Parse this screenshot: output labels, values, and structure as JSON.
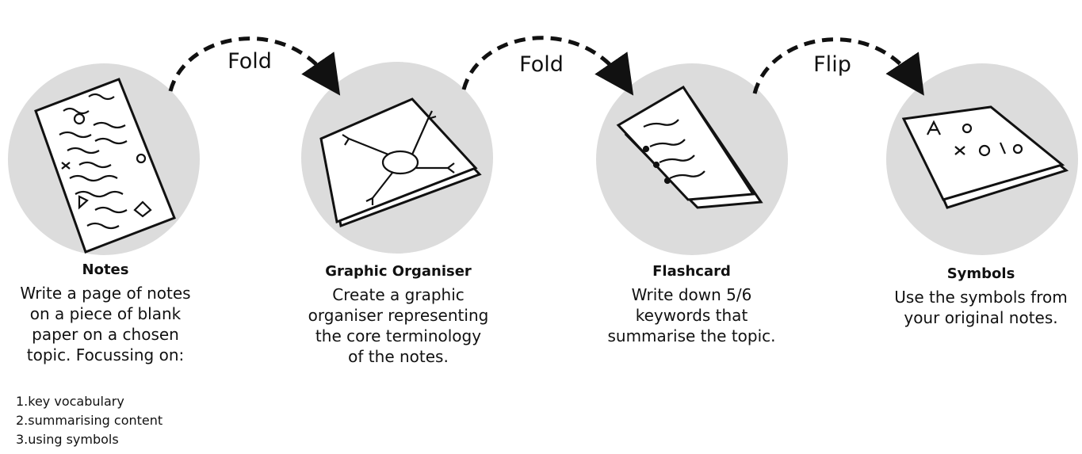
{
  "arrows": [
    {
      "label": "Fold"
    },
    {
      "label": "Fold"
    },
    {
      "label": "Flip"
    }
  ],
  "steps": [
    {
      "title": "Notes",
      "description": "Write a page of notes\non a piece of blank\npaper on a chosen\ntopic. Focussing on:",
      "list": [
        "1.key vocabulary",
        "2.summarising content",
        "3.using symbols"
      ]
    },
    {
      "title": "Graphic Organiser",
      "description": "Create a graphic\norganiser representing\nthe core terminology\nof the notes."
    },
    {
      "title": "Flashcard",
      "description": "Write down 5/6\nkeywords that\nsummarise the topic."
    },
    {
      "title": "Symbols",
      "description": "Use the symbols from\nyour original notes."
    }
  ],
  "colors": {
    "circle": "#dcdcdc",
    "ink": "#111111"
  }
}
